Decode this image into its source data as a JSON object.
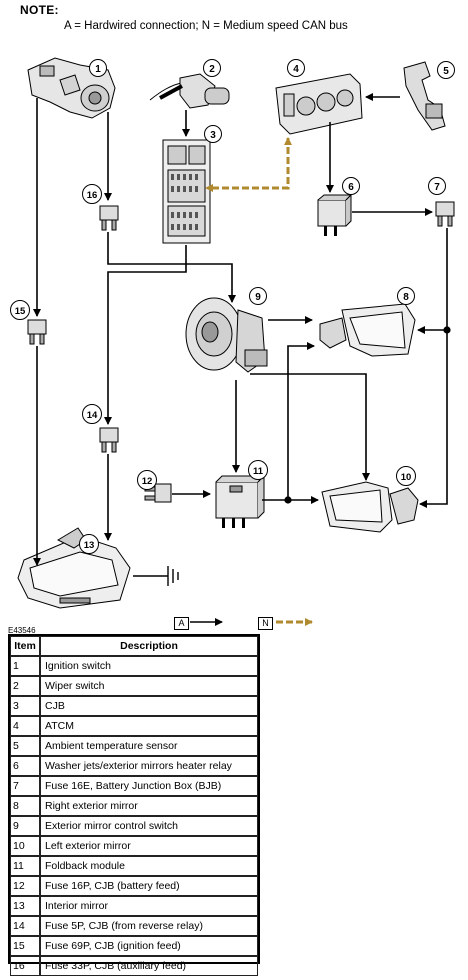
{
  "note": {
    "title": "NOTE:",
    "text": "A = Hardwired connection; N = Medium speed CAN bus"
  },
  "figure_id": "E43546",
  "callouts": [
    "1",
    "2",
    "3",
    "4",
    "5",
    "6",
    "7",
    "8",
    "9",
    "10",
    "11",
    "12",
    "13",
    "14",
    "15",
    "16"
  ],
  "legend": {
    "hardwired_letter": "A",
    "can_letter": "N"
  },
  "colors": {
    "hardwired": "#000000",
    "can_bus": "#b08a2e"
  },
  "table": {
    "headers": {
      "item": "Item",
      "description": "Description"
    },
    "rows": [
      {
        "item": "1",
        "description": "Ignition switch"
      },
      {
        "item": "2",
        "description": "Wiper switch"
      },
      {
        "item": "3",
        "description": "CJB"
      },
      {
        "item": "4",
        "description": "ATCM"
      },
      {
        "item": "5",
        "description": "Ambient temperature sensor"
      },
      {
        "item": "6",
        "description": "Washer jets/exterior mirrors heater relay"
      },
      {
        "item": "7",
        "description": "Fuse 16E, Battery Junction Box (BJB)"
      },
      {
        "item": "8",
        "description": "Right exterior mirror"
      },
      {
        "item": "9",
        "description": "Exterior mirror control switch"
      },
      {
        "item": "10",
        "description": "Left exterior mirror"
      },
      {
        "item": "11",
        "description": "Foldback module"
      },
      {
        "item": "12",
        "description": "Fuse 16P, CJB (battery feed)"
      },
      {
        "item": "13",
        "description": "Interior mirror"
      },
      {
        "item": "14",
        "description": "Fuse 5P, CJB (from reverse relay)"
      },
      {
        "item": "15",
        "description": "Fuse 69P, CJB (ignition feed)"
      },
      {
        "item": "16",
        "description": "Fuse 33P, CJB (auxiliary feed)"
      }
    ]
  }
}
